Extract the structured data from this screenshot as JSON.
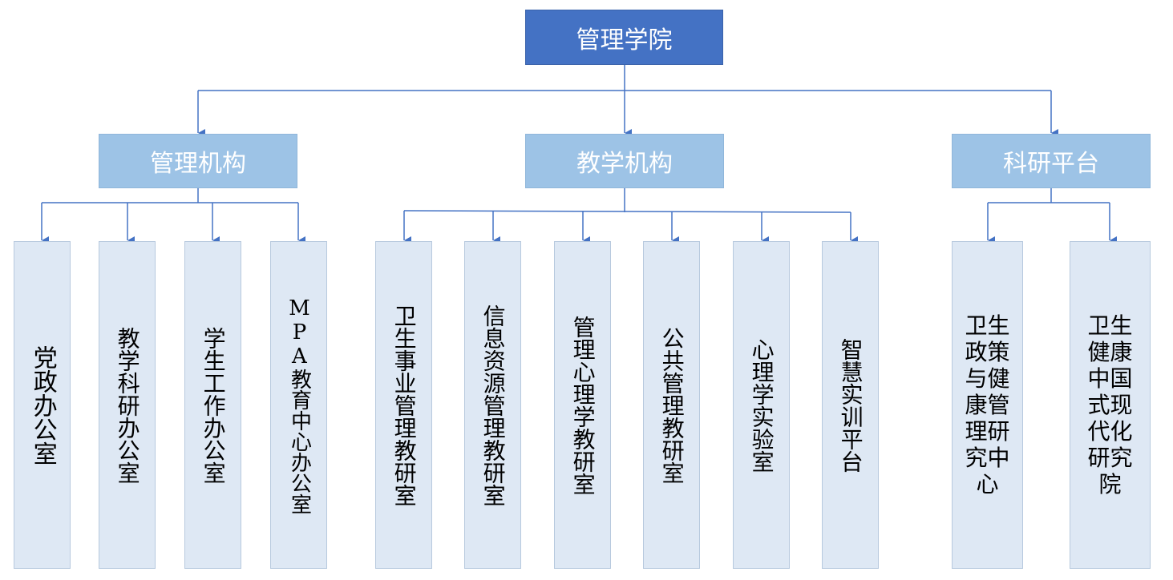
{
  "root": "管理学院",
  "branches": {
    "admin": {
      "label": "管理机构",
      "children": [
        "党政办公室",
        "教学科研办公室",
        "学生工作办公室",
        "MPA教育中心办公室"
      ]
    },
    "teaching": {
      "label": "教学机构",
      "children": [
        "卫生事业管理教研室",
        "信息资源管理教研室",
        "管理心理学教研室",
        "公共管理教研室",
        "心理学实验室",
        "智慧实训平台"
      ]
    },
    "research": {
      "label": "科研平台",
      "children": [
        "卫生政策与健康管理研究中心",
        "卫生健康中国式现代化研究院"
      ]
    }
  },
  "colors": {
    "root": "#4472c4",
    "mid": "#9dc3e6",
    "leaf": "#dee8f4",
    "connector": "#4472c4"
  }
}
